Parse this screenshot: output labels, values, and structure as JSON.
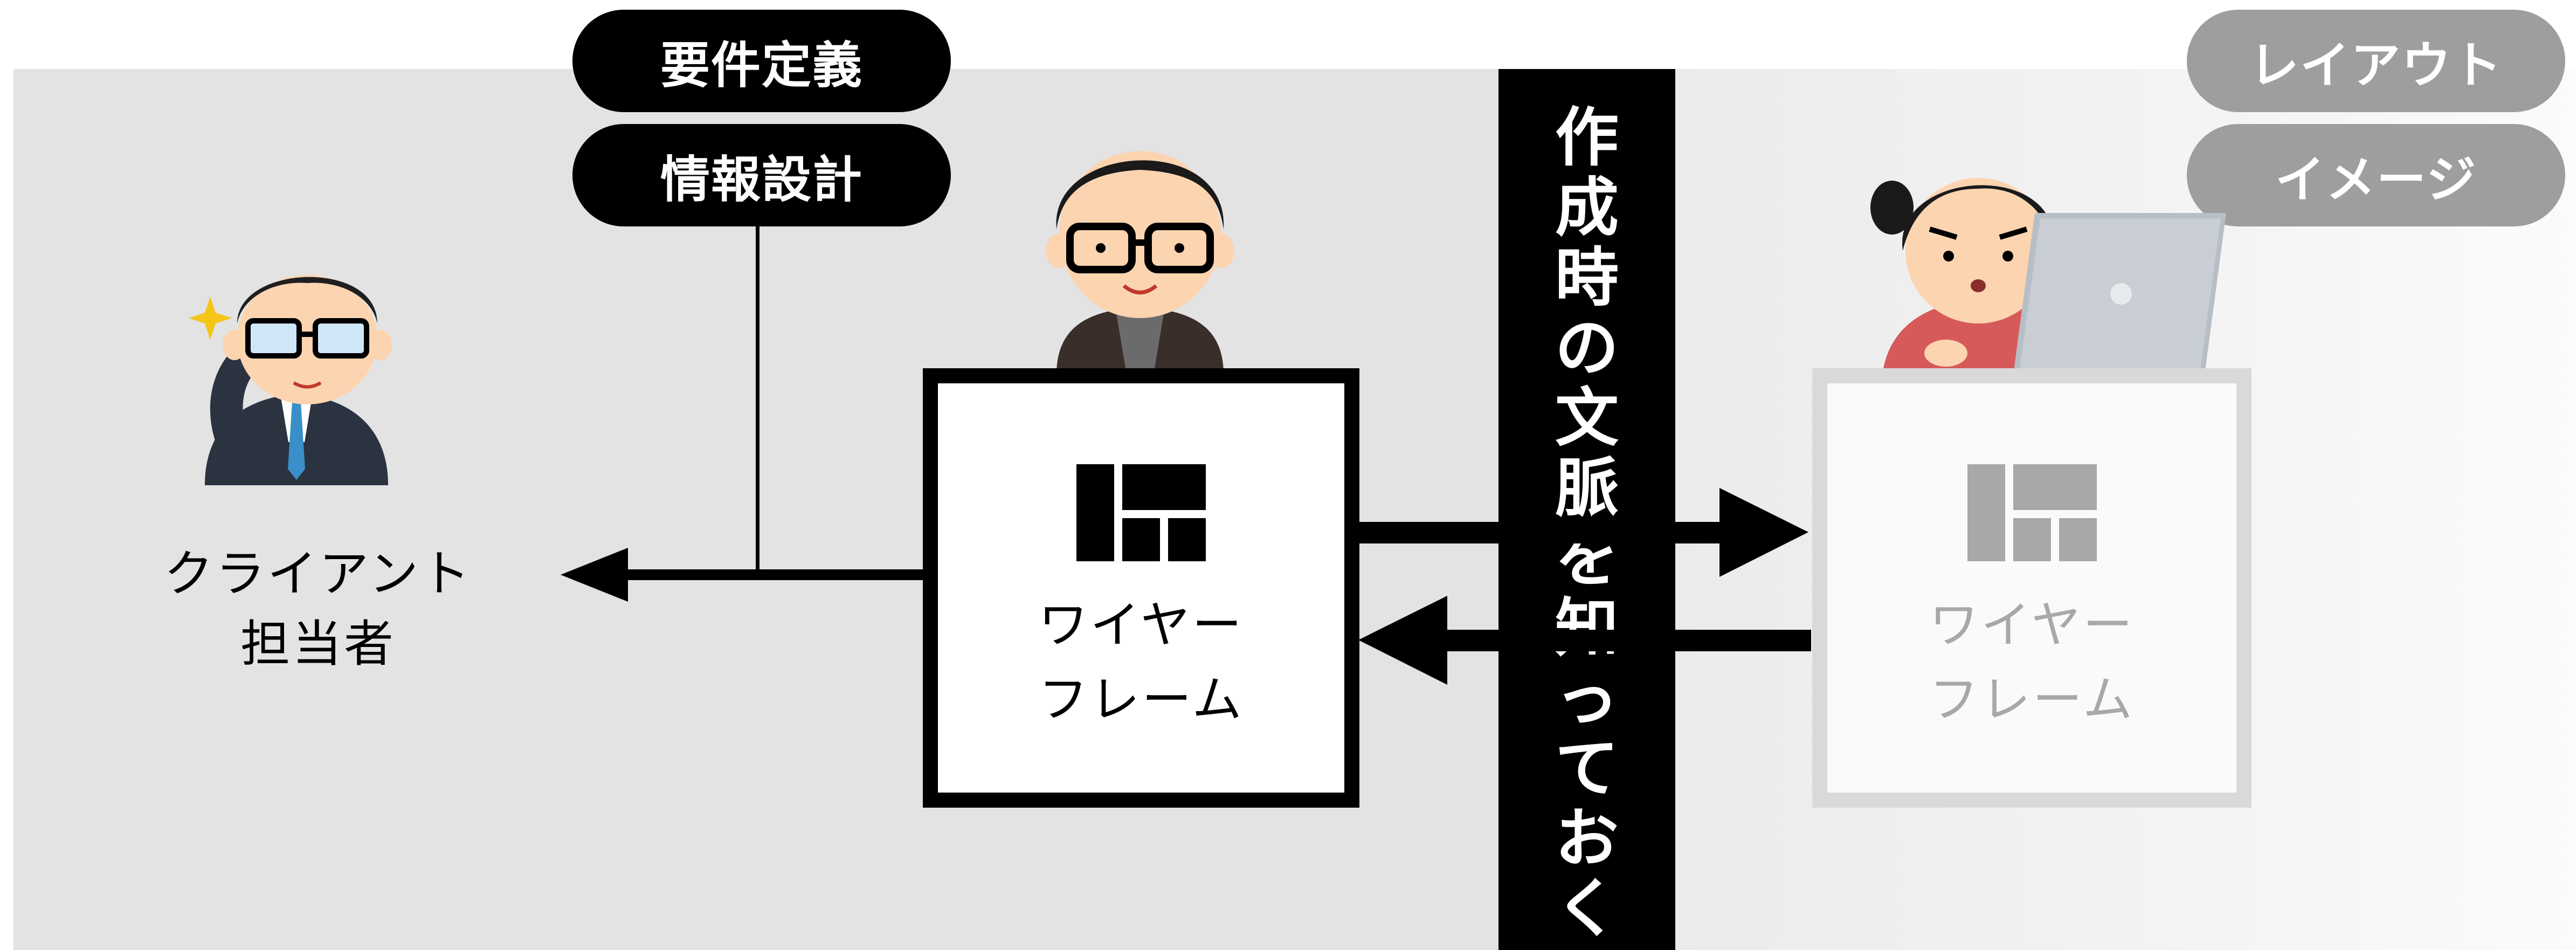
{
  "left_tags": [
    "要件定義",
    "情報設計"
  ],
  "right_tags": [
    "レイアウト",
    "イメージ"
  ],
  "center_banner": [
    "作",
    "成",
    "時",
    "の",
    "文",
    "脈",
    "を",
    "知",
    "っ",
    "て",
    "お",
    "く"
  ],
  "client": {
    "line1": "クライアント",
    "line2": "担当者"
  },
  "wireframe_active": {
    "line1": "ワイヤー",
    "line2": "フレーム"
  },
  "wireframe_faded": {
    "line1": "ワイヤー",
    "line2": "フレーム"
  },
  "colors": {
    "dark": "#000000",
    "faded": "#a8a8a8",
    "panel_left": "#e3e3e3",
    "tag_grey": "#9e9e9e"
  },
  "icons": [
    "client-businessman-icon",
    "designer-glasses-icon",
    "designer-woman-laptop-icon",
    "wireframe-layout-icon"
  ]
}
